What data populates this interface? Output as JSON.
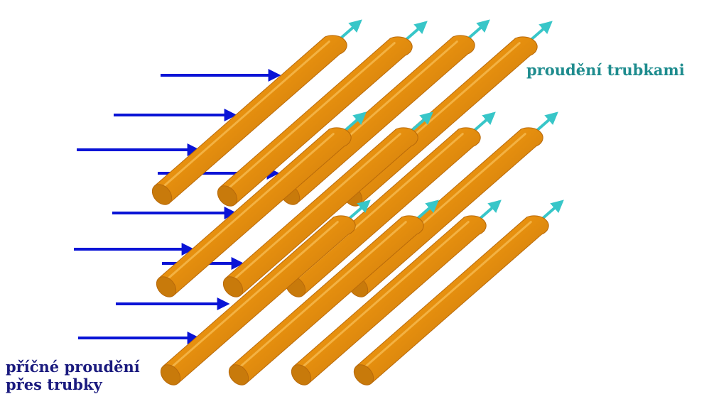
{
  "labels": {
    "tube_flow": "proudění trubkami",
    "cross_flow_line1": "příčné proudění",
    "cross_flow_line2": "přes trubky"
  },
  "colors": {
    "tube_body": "#E8910F",
    "tube_dark": "#B8690A",
    "tube_end": "#C87A0B",
    "tube_flow_arrow": "#38C6C8",
    "cross_flow_arrow": "#0A14D6",
    "tube_flow_text": "#1E8C8E",
    "cross_flow_text": "#1A1A7E"
  }
}
